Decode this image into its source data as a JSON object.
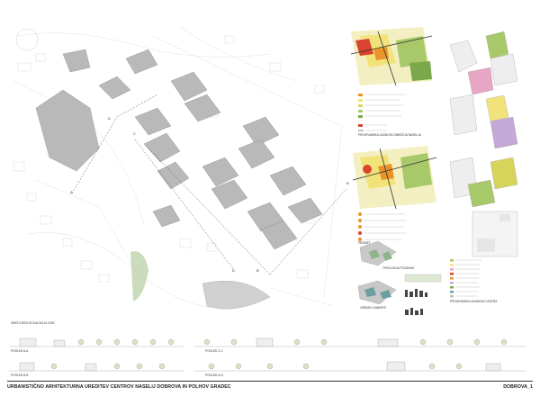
{
  "footer": {
    "title": "URBANISTIČNO ARHITEKTURNA UREDITEV CENTROV NASELIJ DOBROVA IN POLHOV GRADEC",
    "sheet": "DOBROVA_1"
  },
  "plan": {
    "caption": "OBSTOJEČA SITUACIJA   M 1:500",
    "section_markers": [
      "A",
      "B",
      "C",
      "D"
    ]
  },
  "sections": {
    "s1": "POGLED A-A",
    "s2": "POGLED C-C",
    "s3": "POGLED B-B",
    "s4": "POGLED D-D"
  },
  "diagram_titles": {
    "programming": "PROGRAMSKA ZASNOVA OBMOČJA NASELJA",
    "traffic": "PROMET",
    "typology_1": "TIPOLOGIJA POZIDAVE",
    "typology_2": "VIŠINSKI GABARITI",
    "right_program": "PROGRAMSKA ZASNOVA CENTRA"
  },
  "colors": {
    "red": "#d9432f",
    "orange": "#e8942a",
    "yellow": "#f2e27a",
    "green": "#a8c96a",
    "pink": "#e7a6c4",
    "lilac": "#c4a8d8",
    "building": "#bdbdbd",
    "teal": "#6e9fa0"
  }
}
